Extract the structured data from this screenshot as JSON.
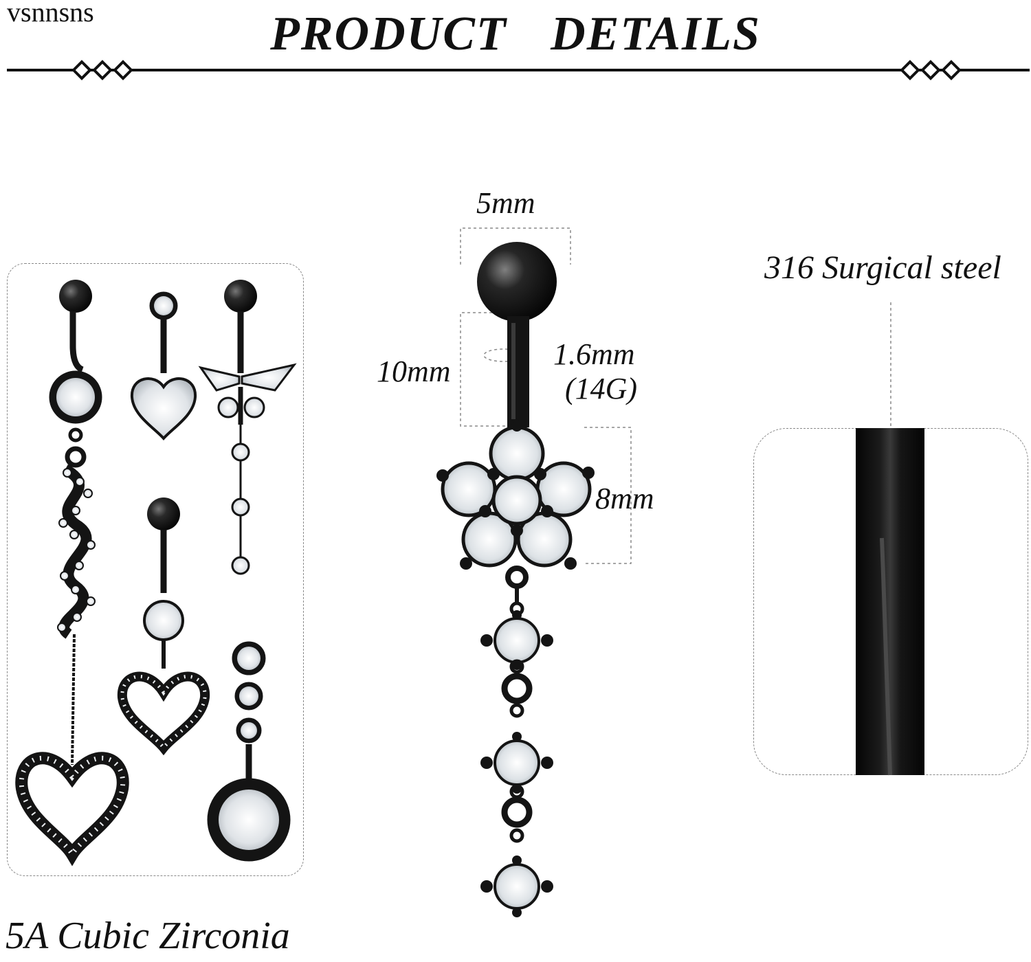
{
  "header": {
    "brand": "vsnnsns",
    "title": "PRODUCT DETAILS"
  },
  "captions": {
    "zirconia": "5A Cubic Zirconia",
    "steel": "316 Surgical steel"
  },
  "dimensions": {
    "ball": "5mm",
    "bar_length": "10mm",
    "thickness": "1.6mm",
    "gauge": "(14G)",
    "flower": "8mm"
  },
  "colors": {
    "metal": "#141414",
    "gem": "#e9ecef",
    "background": "#ffffff"
  }
}
